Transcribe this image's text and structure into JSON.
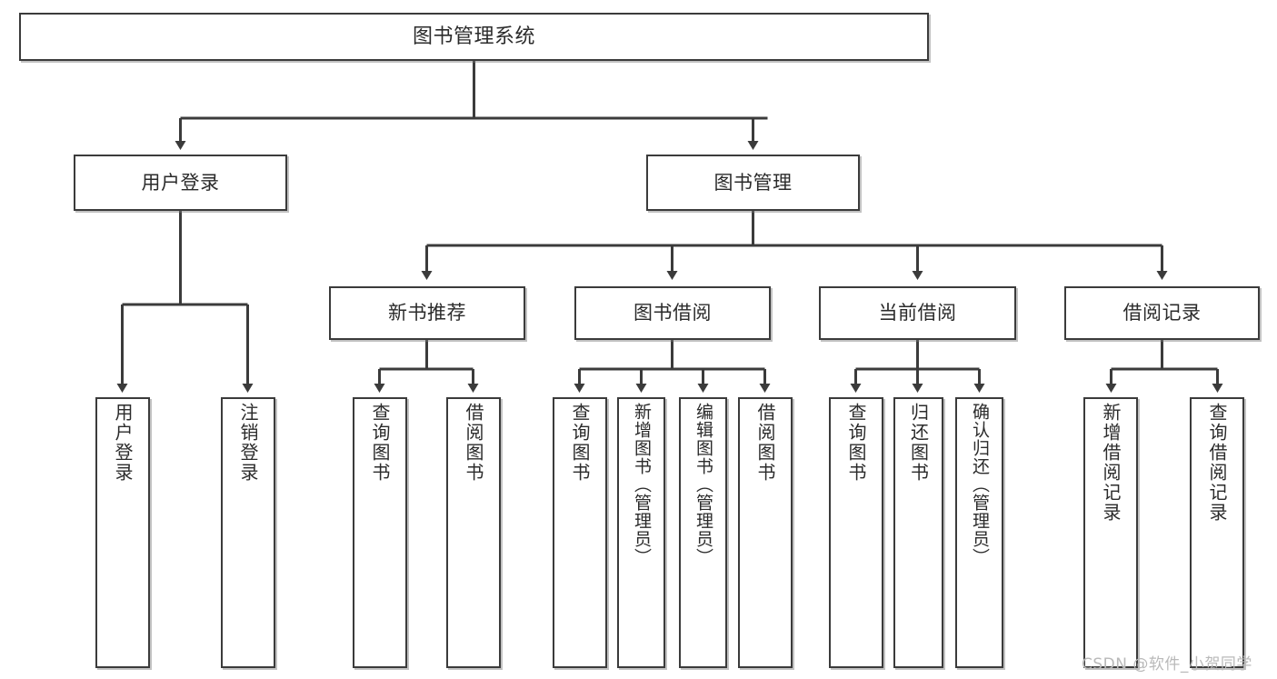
{
  "diagram": {
    "type": "tree",
    "title": "图书管理系统",
    "orientation": "top-down",
    "theme": {
      "box_border": "#3b3b3b",
      "box_fill": "#ffffff",
      "connector": "#3b3b3b",
      "text": "#2b2b2b",
      "watermark": "#b9b9b9",
      "background": "#ffffff"
    },
    "levels": {
      "root": "图书管理系统",
      "level2": [
        "用户登录",
        "图书管理"
      ],
      "level3": [
        "新书推荐",
        "图书借阅",
        "当前借阅",
        "借阅记录"
      ],
      "leaves": [
        "用户登录",
        "注销登录",
        "查询图书",
        "借阅图书",
        "查询图书",
        "新增图书（管理员）",
        "编辑图书（管理员）",
        "借阅图书",
        "查询图书",
        "归还图书",
        "确认归还（管理员）",
        "新增借阅记录",
        "查询借阅记录"
      ]
    },
    "nodes": {
      "root": {
        "label": "图书管理系统"
      },
      "user_login": {
        "label": "用户登录"
      },
      "book_manage": {
        "label": "图书管理"
      },
      "new_book_rec": {
        "label": "新书推荐"
      },
      "book_borrow": {
        "label": "图书借阅"
      },
      "current_borrow": {
        "label": "当前借阅"
      },
      "borrow_record": {
        "label": "借阅记录"
      },
      "leaf_user_login": {
        "label": "用户登录"
      },
      "leaf_logout": {
        "label": "注销登录"
      },
      "leaf_query_book_a": {
        "label": "查询图书"
      },
      "leaf_borrow_book_a": {
        "label": "借阅图书"
      },
      "leaf_query_book_b": {
        "label": "查询图书"
      },
      "leaf_add_book": {
        "label": "新增图书（管理员）"
      },
      "leaf_edit_book": {
        "label": "编辑图书（管理员）"
      },
      "leaf_borrow_book_b": {
        "label": "借阅图书"
      },
      "leaf_query_book_c": {
        "label": "查询图书"
      },
      "leaf_return_book": {
        "label": "归还图书"
      },
      "leaf_confirm_return": {
        "label": "确认归还（管理员）"
      },
      "leaf_add_record": {
        "label": "新增借阅记录"
      },
      "leaf_query_record": {
        "label": "查询借阅记录"
      }
    },
    "edges": [
      [
        "root",
        "user_login"
      ],
      [
        "root",
        "book_manage"
      ],
      [
        "user_login",
        "leaf_user_login"
      ],
      [
        "user_login",
        "leaf_logout"
      ],
      [
        "book_manage",
        "new_book_rec"
      ],
      [
        "book_manage",
        "book_borrow"
      ],
      [
        "book_manage",
        "current_borrow"
      ],
      [
        "book_manage",
        "borrow_record"
      ],
      [
        "new_book_rec",
        "leaf_query_book_a"
      ],
      [
        "new_book_rec",
        "leaf_borrow_book_a"
      ],
      [
        "book_borrow",
        "leaf_query_book_b"
      ],
      [
        "book_borrow",
        "leaf_add_book"
      ],
      [
        "book_borrow",
        "leaf_edit_book"
      ],
      [
        "book_borrow",
        "leaf_borrow_book_b"
      ],
      [
        "current_borrow",
        "leaf_query_book_c"
      ],
      [
        "current_borrow",
        "leaf_return_book"
      ],
      [
        "current_borrow",
        "leaf_confirm_return"
      ],
      [
        "borrow_record",
        "leaf_add_record"
      ],
      [
        "borrow_record",
        "leaf_query_record"
      ]
    ]
  },
  "watermark": {
    "text": "CSDN @软件_小贺同学"
  }
}
